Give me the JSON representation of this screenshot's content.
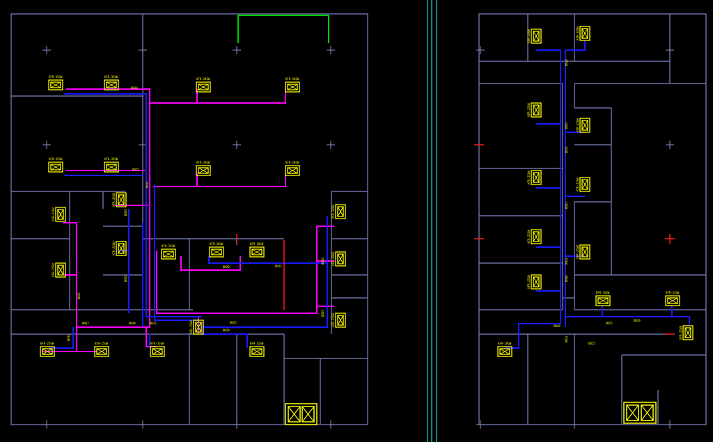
{
  "colors": {
    "background": "#000000",
    "walls": "#7f86c8",
    "pipe_magenta": "#ff00ff",
    "pipe_blue": "#1a1aff",
    "units": "#ffff00",
    "markers_red": "#ff1a1a",
    "opening_green": "#00d000",
    "divider_cyan": "#18d8d8"
  },
  "icons": {
    "unit": "ac-indoor-unit-icon",
    "elevator": "elevator-shaft-icon",
    "grid": "grid-cross-marker-icon"
  },
  "left_plan": {
    "units": [
      {
        "id": "L1",
        "label": "KFR-35GW"
      },
      {
        "id": "L2",
        "label": "KFR-35GW"
      },
      {
        "id": "L3",
        "label": "KFR-28GW"
      },
      {
        "id": "L4",
        "label": "KFR-28GW"
      },
      {
        "id": "L5",
        "label": "KFR-35GW"
      },
      {
        "id": "L6",
        "label": "KFR-35GW"
      },
      {
        "id": "L7",
        "label": "KFR-28GW"
      },
      {
        "id": "L8",
        "label": "KFR-28GW"
      },
      {
        "id": "L9",
        "label": "KFR-25GW"
      },
      {
        "id": "L10",
        "label": "KFR-25GW"
      },
      {
        "id": "L11",
        "label": "KFR-25GW"
      },
      {
        "id": "L12",
        "label": "KFR-25GW"
      },
      {
        "id": "L13",
        "label": "KFR-25GW"
      },
      {
        "id": "L14",
        "label": "KFR-28GW"
      },
      {
        "id": "L15",
        "label": "KFR-28GW"
      },
      {
        "id": "L16",
        "label": "KFR-28GW"
      },
      {
        "id": "L17",
        "label": "KFR-28GW"
      },
      {
        "id": "L18",
        "label": "KFR-25GW"
      },
      {
        "id": "L19",
        "label": "KFR-25GW"
      },
      {
        "id": "L20",
        "label": "KFR-25GW"
      },
      {
        "id": "L21",
        "label": "KFR-35GW"
      },
      {
        "id": "L22",
        "label": "KFR-35GW"
      },
      {
        "id": "L23",
        "label": "KFR-35GW"
      }
    ],
    "pipe_labels": [
      "DN20",
      "DN25",
      "DN32",
      "DN20",
      "DN25",
      "DN25",
      "DN32",
      "DN40",
      "DN32",
      "DN25",
      "DN20",
      "DN20",
      "DN25",
      "DN32",
      "DN20",
      "DN25"
    ]
  },
  "right_plan": {
    "units": [
      {
        "id": "R1",
        "label": "KFR-28GW"
      },
      {
        "id": "R2",
        "label": "KFR-28GW"
      },
      {
        "id": "R3",
        "label": "KFR-25GW"
      },
      {
        "id": "R4",
        "label": "KFR-25GW"
      },
      {
        "id": "R5",
        "label": "KFR-25GW"
      },
      {
        "id": "R6",
        "label": "KFR-25GW"
      },
      {
        "id": "R7",
        "label": "KFR-25GW"
      },
      {
        "id": "R8",
        "label": "KFR-25GW"
      },
      {
        "id": "R9",
        "label": "KFR-25GW"
      },
      {
        "id": "R10",
        "label": "KFR-35GW"
      },
      {
        "id": "R11",
        "label": "KFR-35GW"
      },
      {
        "id": "R12",
        "label": "KFR-35GW"
      },
      {
        "id": "R13",
        "label": "KFR-28GW"
      }
    ],
    "pipe_labels": [
      "DN20",
      "DN25",
      "DN25",
      "DN32",
      "DN32",
      "DN40",
      "DN25",
      "DN20",
      "DN40",
      "DN32",
      "DN25"
    ]
  }
}
